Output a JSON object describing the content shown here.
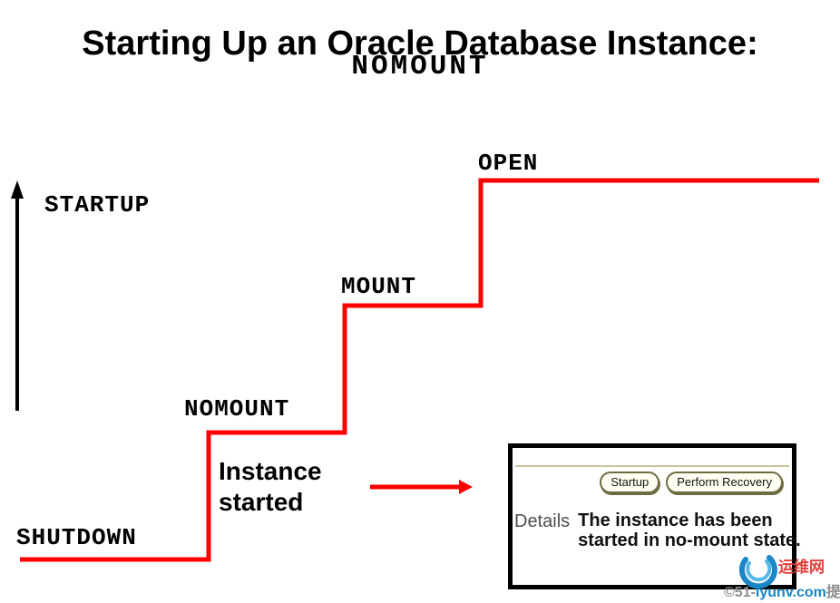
{
  "slide": {
    "title": "Starting Up an Oracle Database Instance:",
    "subtitle": "NOMOUNT"
  },
  "diagram": {
    "axis_label": "STARTUP",
    "annotation": "Instance started",
    "steps": [
      {
        "label": "SHUTDOWN"
      },
      {
        "label": "NOMOUNT"
      },
      {
        "label": "MOUNT"
      },
      {
        "label": "OPEN"
      }
    ],
    "line_color": "#fe0000"
  },
  "inset": {
    "buttons": [
      {
        "label": "Startup"
      },
      {
        "label": "Perform Recovery"
      }
    ],
    "details_label": "Details",
    "details_text": "The instance has been started in no-mount state."
  },
  "watermark": {
    "copyright_prefix": "©51-",
    "domain": "lyunv.com",
    "cn_name": "运维网",
    "cn_suffix": "提供"
  }
}
